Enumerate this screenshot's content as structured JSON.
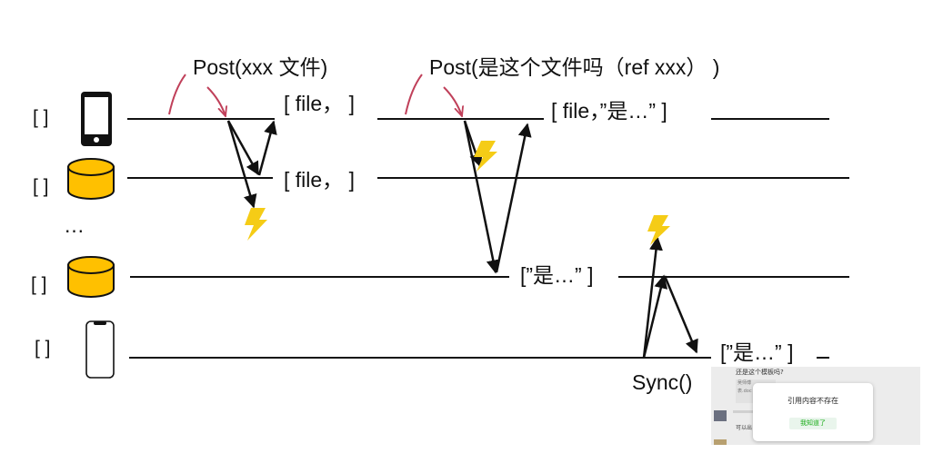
{
  "labels": {
    "post_first": "Post(xxx 文件)",
    "post_second": "Post(是这个文件吗（ref xxx）  )",
    "sync": "Sync()",
    "ellipsis": "…",
    "row1_mid": "[ file，  ]",
    "row1_right": "[ file，”是…” ]",
    "row2_mid": "[ file，  ]",
    "row4_mid": "[”是…” ]",
    "row5_right": "[”是…” ]"
  },
  "nodes": [
    {
      "label": "[  ]",
      "icon": "phone-icon"
    },
    {
      "label": "[  ]",
      "icon": "database-icon"
    },
    {
      "label": "[  ]",
      "icon": "database-icon"
    },
    {
      "label": "[  ]",
      "icon": "phone-outline-icon"
    }
  ],
  "popup": {
    "question": "还是这个模板吗?",
    "ref_line1": "吴师傅",
    "ref_line2": "表.doc",
    "side_name": "微项目",
    "side_text": "可以出",
    "message": "引用内容不存在",
    "button": "我知道了"
  },
  "colors": {
    "bolt": "#f5cc16",
    "database": "#ffc000",
    "pointer": "#c0405a",
    "line": "#111111"
  }
}
